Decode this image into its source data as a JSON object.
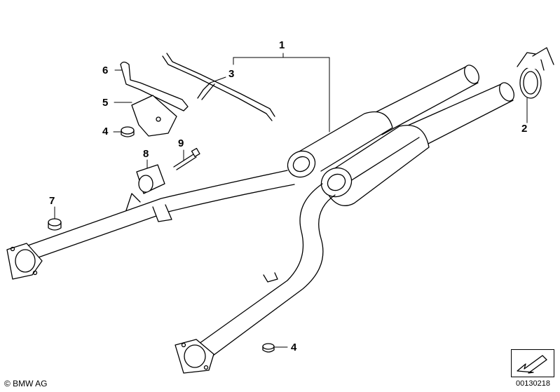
{
  "callouts": [
    {
      "id": "1",
      "label": "1"
    },
    {
      "id": "2",
      "label": "2"
    },
    {
      "id": "3",
      "label": "3"
    },
    {
      "id": "4a",
      "label": "4"
    },
    {
      "id": "4b",
      "label": "4"
    },
    {
      "id": "5",
      "label": "5"
    },
    {
      "id": "6",
      "label": "6"
    },
    {
      "id": "7",
      "label": "7"
    },
    {
      "id": "8",
      "label": "8"
    },
    {
      "id": "9",
      "label": "9"
    }
  ],
  "footer": {
    "copyright": "© BMW AG",
    "document_number": "00130218"
  },
  "icons": {
    "navigation": "arrow-diagonal-icon"
  }
}
